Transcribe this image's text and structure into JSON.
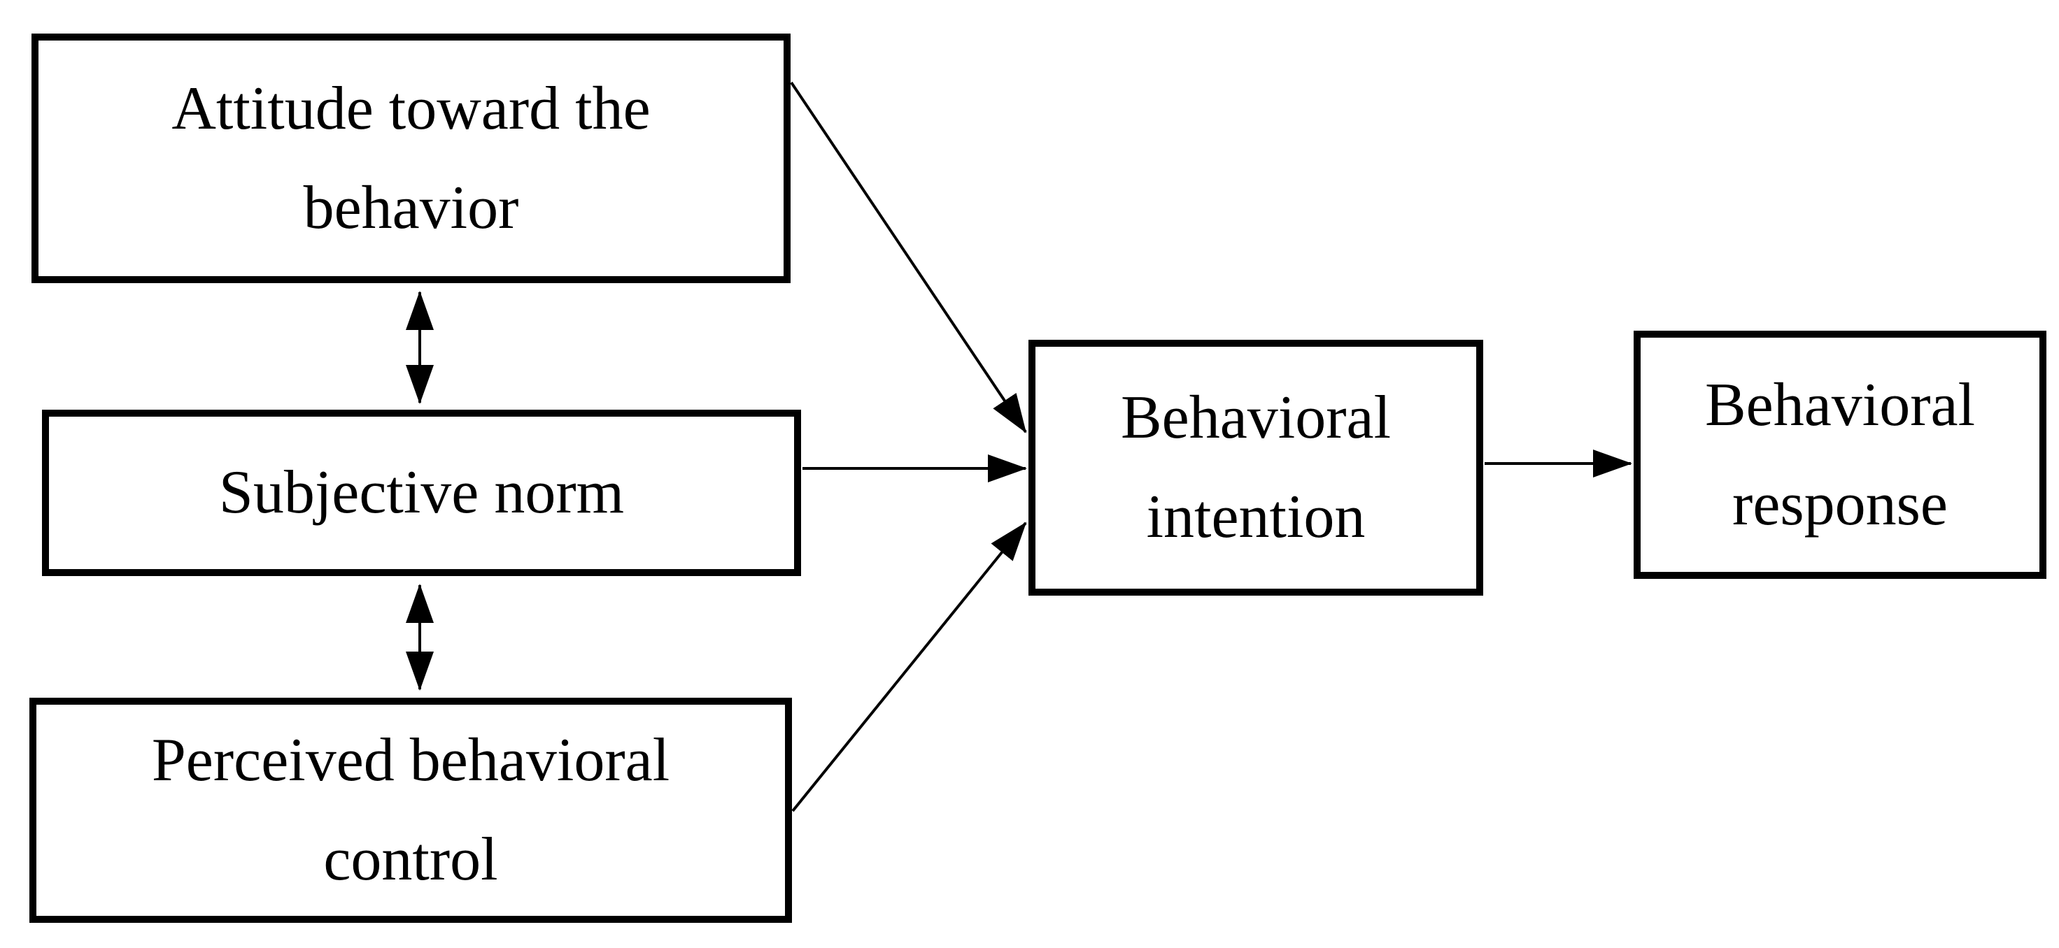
{
  "diagram": {
    "colors": {
      "background": "#ffffff",
      "node_fill": "#ffffff",
      "node_border": "#000000",
      "arrow": "#000000",
      "text": "#000000"
    },
    "nodes": {
      "attitude": {
        "label": "Attitude toward the behavior",
        "line1": "Attitude toward the",
        "line2": "behavior"
      },
      "subjective_norm": {
        "label": "Subjective norm",
        "line1": "Subjective norm"
      },
      "perceived_behavioral_control": {
        "label": "Perceived behavioral control",
        "line1": "Perceived behavioral",
        "line2": "control"
      },
      "behavioral_intention": {
        "label": "Behavioral intention",
        "line1": "Behavioral",
        "line2": "intention"
      },
      "behavioral_response": {
        "label": "Behavioral response",
        "line1": "Behavioral",
        "line2": "response"
      }
    },
    "edges": [
      {
        "from": "Attitude toward the behavior",
        "to": "Subjective norm",
        "style": "double-headed"
      },
      {
        "from": "Subjective norm",
        "to": "Perceived behavioral control",
        "style": "double-headed"
      },
      {
        "from": "Attitude toward the behavior",
        "to": "Behavioral intention",
        "style": "single-headed"
      },
      {
        "from": "Subjective norm",
        "to": "Behavioral intention",
        "style": "single-headed"
      },
      {
        "from": "Perceived behavioral control",
        "to": "Behavioral intention",
        "style": "single-headed"
      },
      {
        "from": "Behavioral intention",
        "to": "Behavioral response",
        "style": "single-headed"
      }
    ]
  }
}
